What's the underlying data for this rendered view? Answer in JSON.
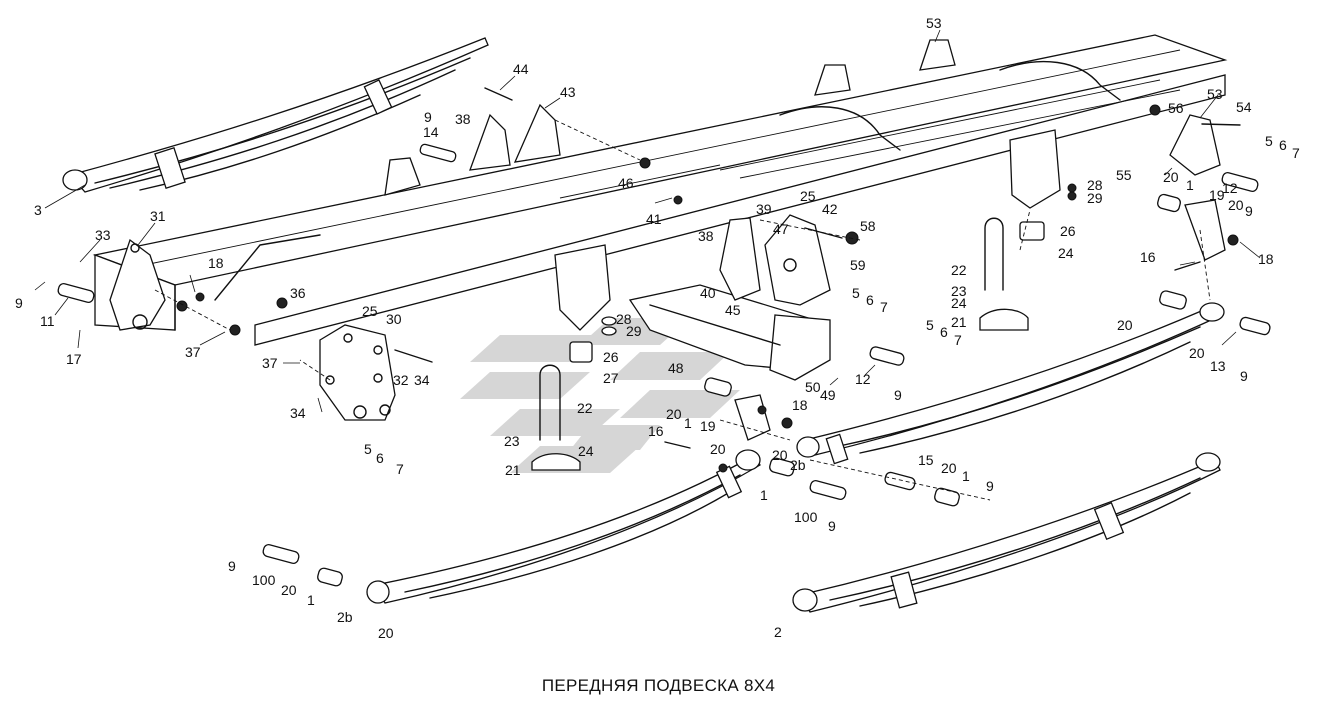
{
  "caption": "ПЕРЕДНЯЯ ПОДВЕСКА 8Х4",
  "labels": [
    {
      "id": "l53a",
      "text": "53"
    },
    {
      "id": "l44",
      "text": "44"
    },
    {
      "id": "l43",
      "text": "43"
    },
    {
      "id": "l38a",
      "text": "38"
    },
    {
      "id": "l9a",
      "text": "9"
    },
    {
      "id": "l14",
      "text": "14"
    },
    {
      "id": "l3",
      "text": "3"
    },
    {
      "id": "l46",
      "text": "46"
    },
    {
      "id": "l41",
      "text": "41"
    },
    {
      "id": "l31",
      "text": "31"
    },
    {
      "id": "l33",
      "text": "33"
    },
    {
      "id": "l18a",
      "text": "18"
    },
    {
      "id": "l9b",
      "text": "9"
    },
    {
      "id": "l11",
      "text": "11"
    },
    {
      "id": "l36",
      "text": "36"
    },
    {
      "id": "l17",
      "text": "17"
    },
    {
      "id": "l37a",
      "text": "37"
    },
    {
      "id": "l25a",
      "text": "25"
    },
    {
      "id": "l30",
      "text": "30"
    },
    {
      "id": "l37b",
      "text": "37"
    },
    {
      "id": "l32",
      "text": "32"
    },
    {
      "id": "l34a",
      "text": "34"
    },
    {
      "id": "l34b",
      "text": "34"
    },
    {
      "id": "l5a",
      "text": "5"
    },
    {
      "id": "l6a",
      "text": "6"
    },
    {
      "id": "l7a",
      "text": "7"
    },
    {
      "id": "l28a",
      "text": "28"
    },
    {
      "id": "l29a",
      "text": "29"
    },
    {
      "id": "l26a",
      "text": "26"
    },
    {
      "id": "l27",
      "text": "27"
    },
    {
      "id": "l22a",
      "text": "22"
    },
    {
      "id": "l23a",
      "text": "23"
    },
    {
      "id": "l24a",
      "text": "24"
    },
    {
      "id": "l21a",
      "text": "21"
    },
    {
      "id": "l38b",
      "text": "38"
    },
    {
      "id": "l39",
      "text": "39"
    },
    {
      "id": "l25b",
      "text": "25"
    },
    {
      "id": "l42",
      "text": "42"
    },
    {
      "id": "l47",
      "text": "47"
    },
    {
      "id": "l58",
      "text": "58"
    },
    {
      "id": "l59",
      "text": "59"
    },
    {
      "id": "l40",
      "text": "40"
    },
    {
      "id": "l45",
      "text": "45"
    },
    {
      "id": "l48",
      "text": "48"
    },
    {
      "id": "l5b",
      "text": "5"
    },
    {
      "id": "l6b",
      "text": "6"
    },
    {
      "id": "l7b",
      "text": "7"
    },
    {
      "id": "l12a",
      "text": "12"
    },
    {
      "id": "l50",
      "text": "50"
    },
    {
      "id": "l49",
      "text": "49"
    },
    {
      "id": "l9c",
      "text": "9"
    },
    {
      "id": "l5c",
      "text": "5"
    },
    {
      "id": "l6c",
      "text": "6"
    },
    {
      "id": "l7c",
      "text": "7"
    },
    {
      "id": "l20a",
      "text": "20"
    },
    {
      "id": "l1a",
      "text": "1"
    },
    {
      "id": "l19a",
      "text": "19"
    },
    {
      "id": "l18b",
      "text": "18"
    },
    {
      "id": "l16a",
      "text": "16"
    },
    {
      "id": "l20b",
      "text": "20"
    },
    {
      "id": "l2b_a",
      "text": "2b"
    },
    {
      "id": "l1b",
      "text": "1"
    },
    {
      "id": "l20c",
      "text": "20"
    },
    {
      "id": "l100a",
      "text": "100"
    },
    {
      "id": "l9d",
      "text": "9"
    },
    {
      "id": "l15",
      "text": "15"
    },
    {
      "id": "l20d",
      "text": "20"
    },
    {
      "id": "l1c",
      "text": "1"
    },
    {
      "id": "l9e",
      "text": "9"
    },
    {
      "id": "l9f",
      "text": "9"
    },
    {
      "id": "l100b",
      "text": "100"
    },
    {
      "id": "l20e",
      "text": "20"
    },
    {
      "id": "l1d",
      "text": "1"
    },
    {
      "id": "l2b_b",
      "text": "2b"
    },
    {
      "id": "l20f",
      "text": "20"
    },
    {
      "id": "l2",
      "text": "2"
    },
    {
      "id": "l22b",
      "text": "22"
    },
    {
      "id": "l23b",
      "text": "23"
    },
    {
      "id": "l24b",
      "text": "24"
    },
    {
      "id": "l21b",
      "text": "21"
    },
    {
      "id": "l26b",
      "text": "26"
    },
    {
      "id": "l24c",
      "text": "24"
    },
    {
      "id": "l28b",
      "text": "28"
    },
    {
      "id": "l29b",
      "text": "29"
    },
    {
      "id": "l53b",
      "text": "53"
    },
    {
      "id": "l56",
      "text": "56"
    },
    {
      "id": "l54",
      "text": "54"
    },
    {
      "id": "l55",
      "text": "55"
    },
    {
      "id": "l20g",
      "text": "20"
    },
    {
      "id": "l1e",
      "text": "1"
    },
    {
      "id": "l19b",
      "text": "19"
    },
    {
      "id": "l20h",
      "text": "20"
    },
    {
      "id": "l12b",
      "text": "12"
    },
    {
      "id": "l5d",
      "text": "5"
    },
    {
      "id": "l6d",
      "text": "6"
    },
    {
      "id": "l7d",
      "text": "7"
    },
    {
      "id": "l9g",
      "text": "9"
    },
    {
      "id": "l16b",
      "text": "16"
    },
    {
      "id": "l18c",
      "text": "18"
    },
    {
      "id": "l20i",
      "text": "20"
    },
    {
      "id": "l20j",
      "text": "20"
    },
    {
      "id": "l13",
      "text": "13"
    },
    {
      "id": "l9h",
      "text": "9"
    }
  ]
}
